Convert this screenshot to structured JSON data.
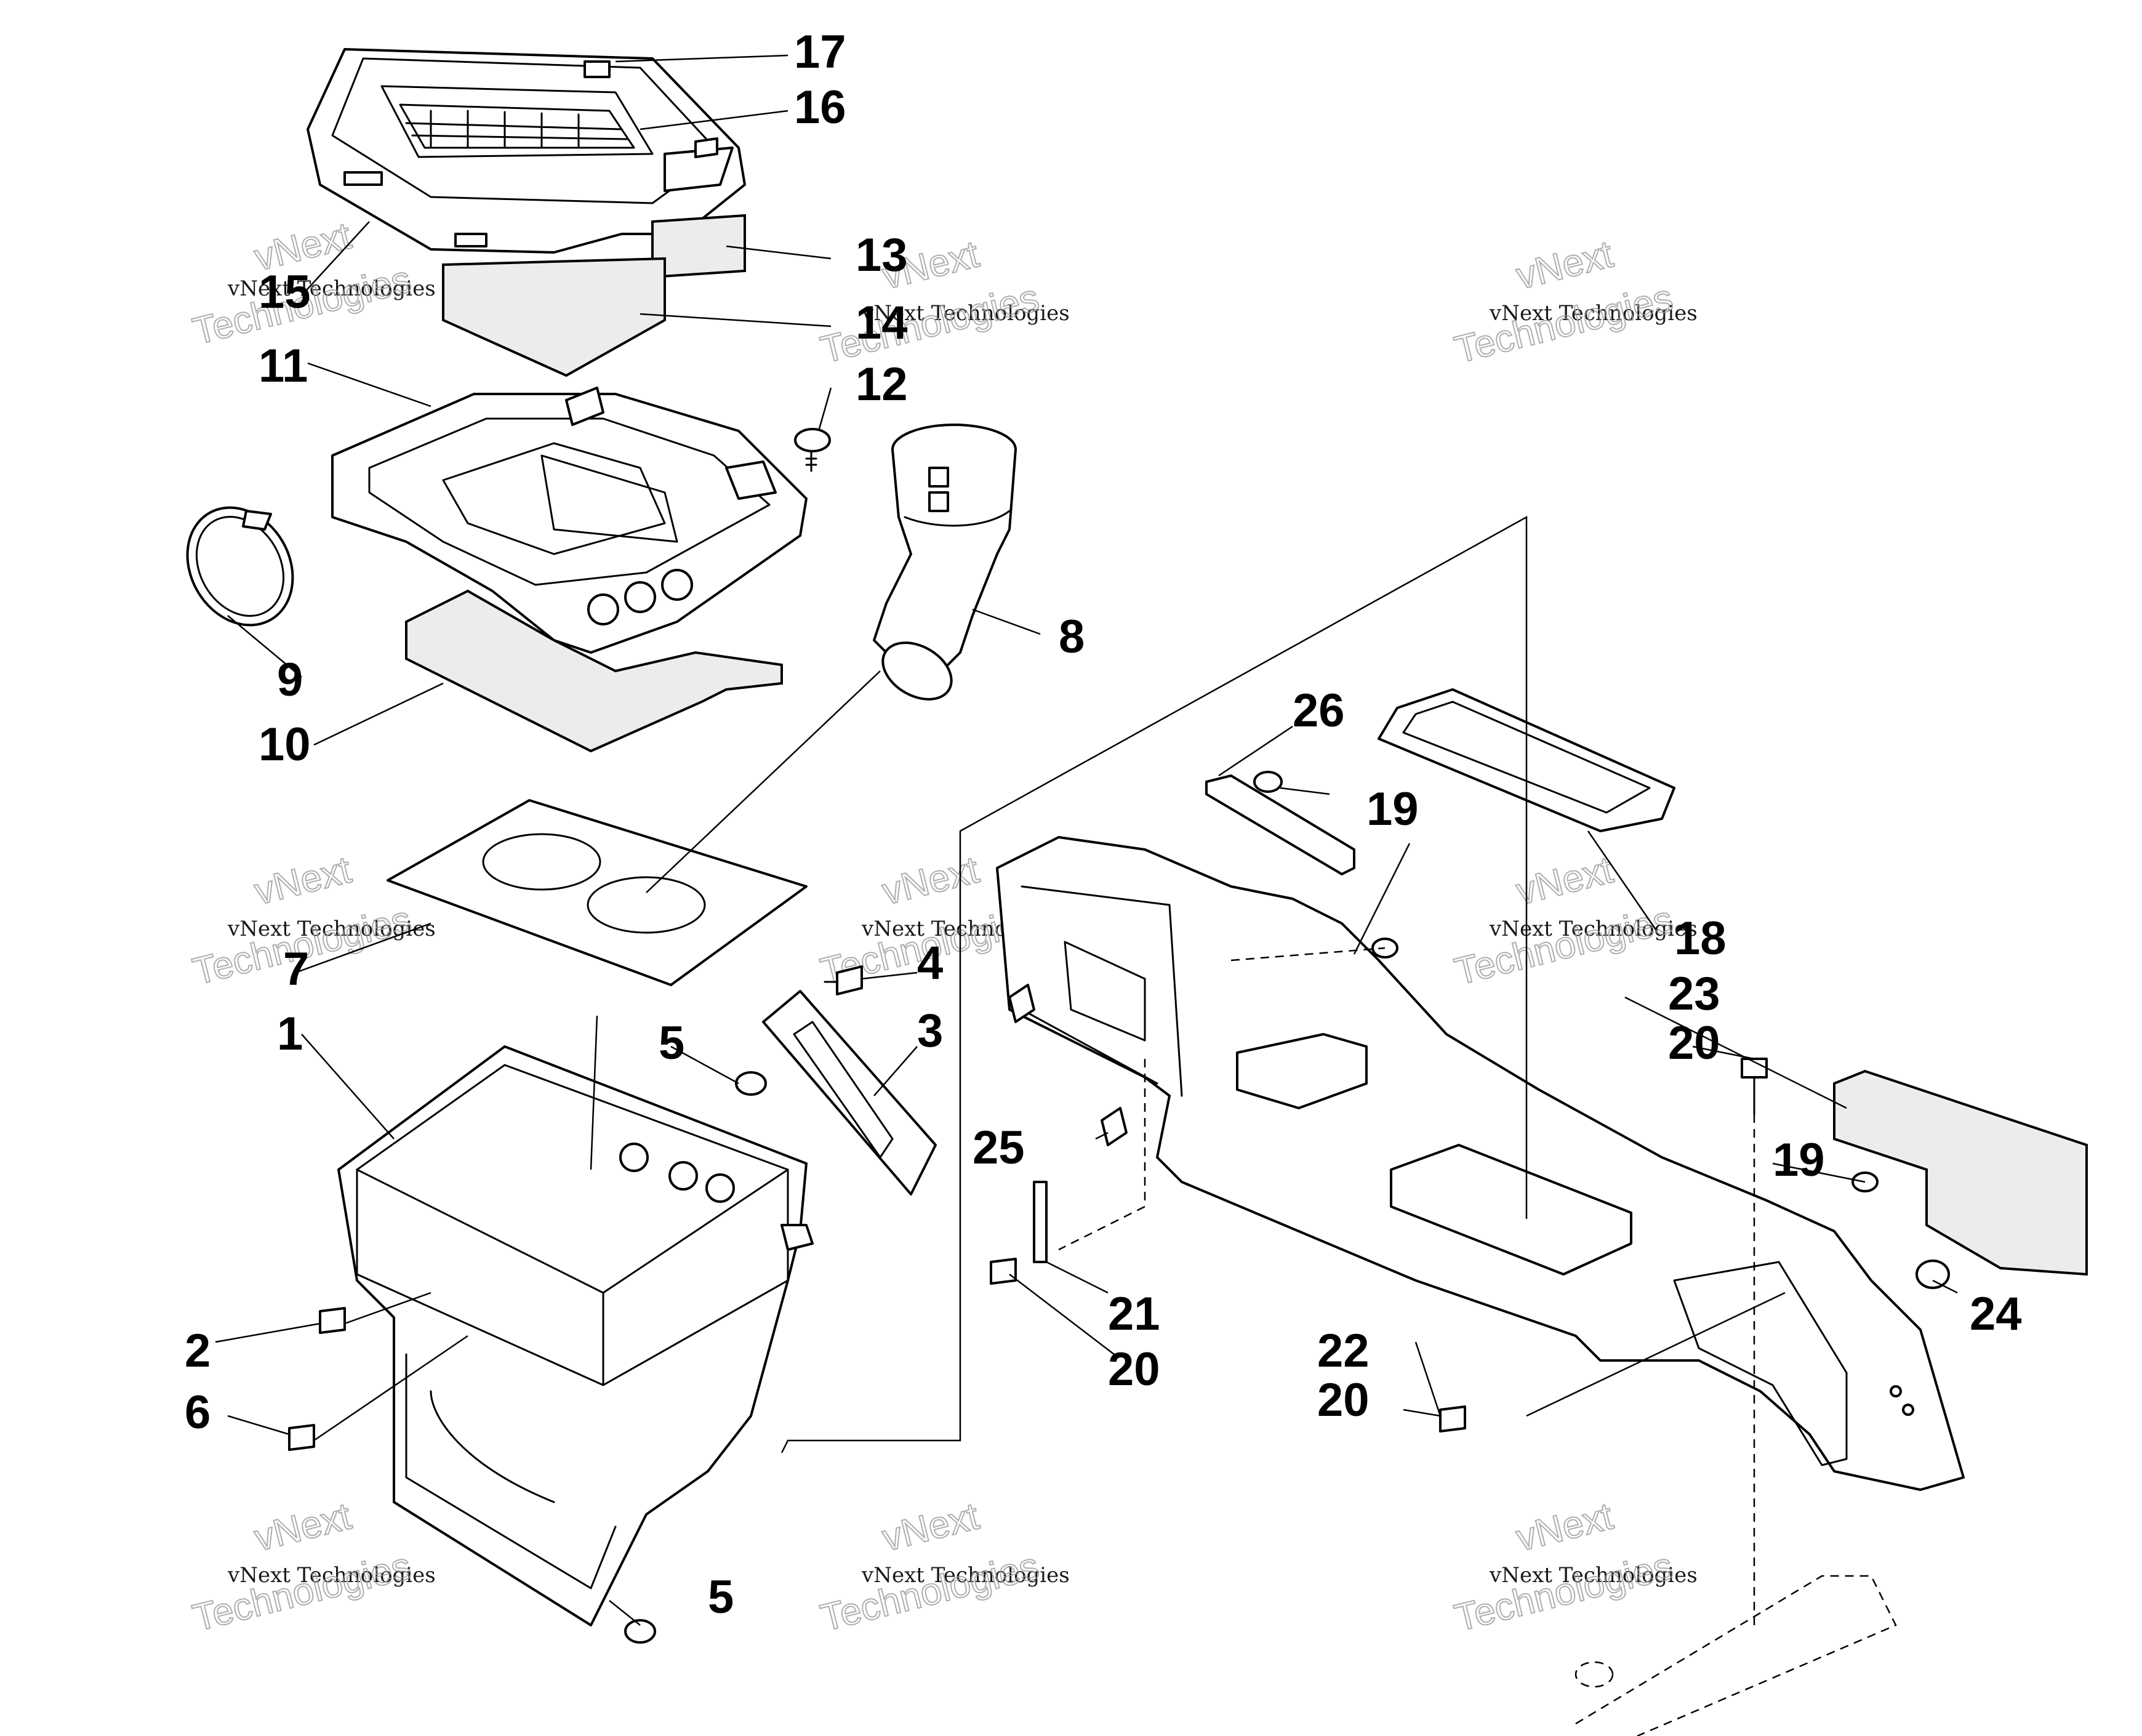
{
  "callouts": {
    "c1": "1",
    "c2": "2",
    "c3": "3",
    "c4": "4",
    "c5a": "5",
    "c5b": "5",
    "c6": "6",
    "c7": "7",
    "c8": "8",
    "c9": "9",
    "c10": "10",
    "c11": "11",
    "c12": "12",
    "c13": "13",
    "c14": "14",
    "c15": "15",
    "c16": "16",
    "c17": "17",
    "c18": "18",
    "c19a": "19",
    "c19b": "19",
    "c20a": "20",
    "c20b": "20",
    "c20c": "20",
    "c21": "21",
    "c22": "22",
    "c23": "23",
    "c24": "24",
    "c25": "25",
    "c26": "26"
  },
  "watermark": {
    "small": "vNext Technologies",
    "big_line1": "vNext",
    "big_line2": "Technologies"
  },
  "colors": {
    "line": "#000000",
    "background": "#ffffff",
    "foam_fill": "#ececec",
    "watermark_outline": "#9a9a9a"
  }
}
